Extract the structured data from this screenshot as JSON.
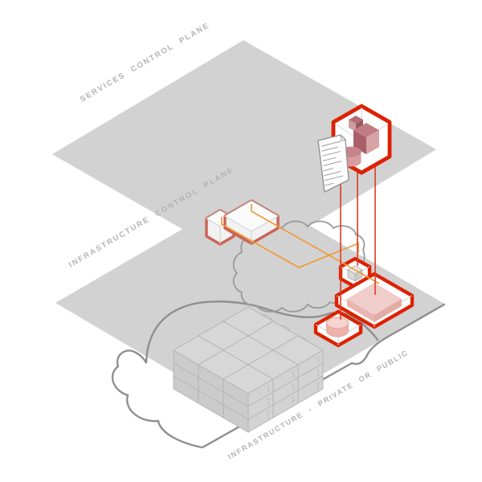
{
  "diagram_title": "Control planes isometric architecture diagram",
  "labels": {
    "services_plane": "SERVICES CONTROL PLANE",
    "infrastructure_plane": "INFRASTRUCTURE CONTROL PLANE",
    "infrastructure_bottom": "INFRASTRUCTURE - PRIVATE OR PUBLIC"
  },
  "icons": {
    "hexagon": "service-hexagon-container",
    "document": "spec-document-icon",
    "server_stacks": "server-rack-stacks",
    "cylinders": "database-cylinders",
    "clouds": "cloud-outlines"
  },
  "colors": {
    "page_bg": "#ffffff",
    "plane_fill": "#d2d2d2",
    "label_text": "#b3b3b3",
    "cloud_stroke": "#8f8f8f",
    "cloud_stroke_light": "#9a9a9a",
    "server_top": "#d7d7d7",
    "server_left": "#cbcbcb",
    "server_right": "#d3d3d3",
    "server_line": "#b2b2b2",
    "bright_red": "#dd2100",
    "muted_red": "#c96456",
    "connector_red": "#d93b20",
    "orange": "#f09b38",
    "inner_line": "#cfcfcf",
    "pink_top": "#f0cdca",
    "pink_side": "#e7b6b0",
    "rose_top": "#c17d83",
    "rose_dark": "#aa5f66",
    "rose_light": "#d7a3a5",
    "small_cube_top": "#b06d74",
    "small_cube_left": "#d09ca1",
    "small_cube_right": "#9a5a61",
    "rose_cyl_body": "#d89da1",
    "rose_cyl_top": "#c5858b",
    "pink_cyl_body": "#eeb4ac",
    "pink_cyl_top": "#f6d4cf",
    "doc_stroke": "#8f8f8f",
    "doc_line": "#9e9e9e",
    "hex_inner_line": "#dedede",
    "cube_gray_top": "#e9e9e9",
    "cube_gray_left": "#d8d8d8",
    "cube_gray_right": "#cdcdcd"
  },
  "servers": {
    "grid_origin": [
      309,
      400
    ],
    "step_right": [
      31,
      18
    ],
    "step_left": [
      -31,
      18
    ],
    "rows": 3,
    "cols": 3,
    "half_w": 31,
    "half_h": 18,
    "unit_h": 16,
    "units": 3
  },
  "gray_cylinders": [
    [
      325,
      399
    ],
    [
      347,
      412
    ],
    [
      369,
      426
    ]
  ],
  "document": {
    "line_widths": [
      24,
      20,
      23,
      17,
      23,
      12,
      21,
      23,
      11
    ]
  }
}
